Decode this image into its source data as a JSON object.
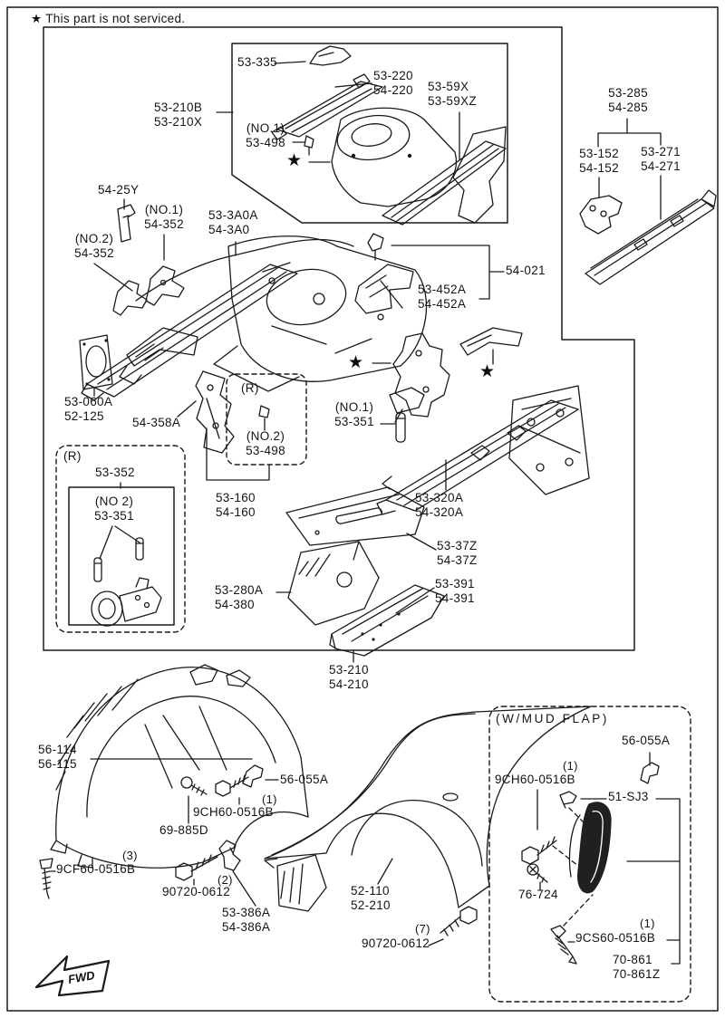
{
  "note": "★ This part is not serviced.",
  "icons": {
    "star": "★",
    "fwd": "FWD"
  },
  "counts": {
    "c1": "(1)",
    "c2": "(2)",
    "c3": "(3)",
    "c7": "(7)"
  },
  "callouts": {
    "inset_frame": "53-210B\n53-210X",
    "reinf_53335": "53-335",
    "member_53220": "53-220\n54-220",
    "frame_5359x": "53-59X\n53-59XZ",
    "clip_53498_no1": "(NO.1)\n53-498",
    "group_53285": "53-285\n54-285",
    "bracket_53152": "53-152\n54-152",
    "rail_53271": "53-271\n54-271",
    "bracket_5425y": "54-25Y",
    "bracket_54352_no1": "(NO.1)\n54-352",
    "bracket_54352_no2": "(NO.2)\n54-352",
    "apron_533a0a": "53-3A0A\n54-3A0",
    "group_54021": "54-021",
    "bracket_53452a": "53-452A\n54-452A",
    "seal_53060a": "53-060A\n52-125",
    "bracket_54358a": "54-358A",
    "ref_r1": "(R)",
    "clip_53498_no2": "(NO.2)\n53-498",
    "pin_53351_no1": "(NO.1)\n53-351",
    "member_53320a": "53-320A\n54-320A",
    "panel_5337z": "53-37Z\n54-37Z",
    "bracket_53160": "53-160\n54-160",
    "panel_53280a": "53-280A\n54-380",
    "sill_53391": "53-391\n54-391",
    "ref_r2": "(R)",
    "group_53352": "53-352",
    "pin_53351_no2": "(NO 2)\n53-351",
    "apron_53210": "53-210\n54-210",
    "liner_56114": "56-114\n56-115",
    "bolt_9ch60_main": "9CH60-0516B",
    "screw_69885d": "69-885D",
    "clip_56055a_main": "56-055A",
    "screw_9cf60": "9CF60-0516B",
    "bolt_90720_main": "90720-0612",
    "clip_53386a": "53-386A\n54-386A",
    "fender_52110": "52-110\n52-210",
    "bolt_90720_fender": "90720-0612",
    "mudflap_title": "(W/MUD FLAP)",
    "clip_56055a_flap": "56-055A",
    "bolt_9ch60_flap": "9CH60-0516B",
    "clip_51sj3": "51-SJ3",
    "screw_76724": "76-724",
    "screw_9cs60": "9CS60-0516B",
    "mudflap_70861": "70-861\n70-861Z"
  }
}
